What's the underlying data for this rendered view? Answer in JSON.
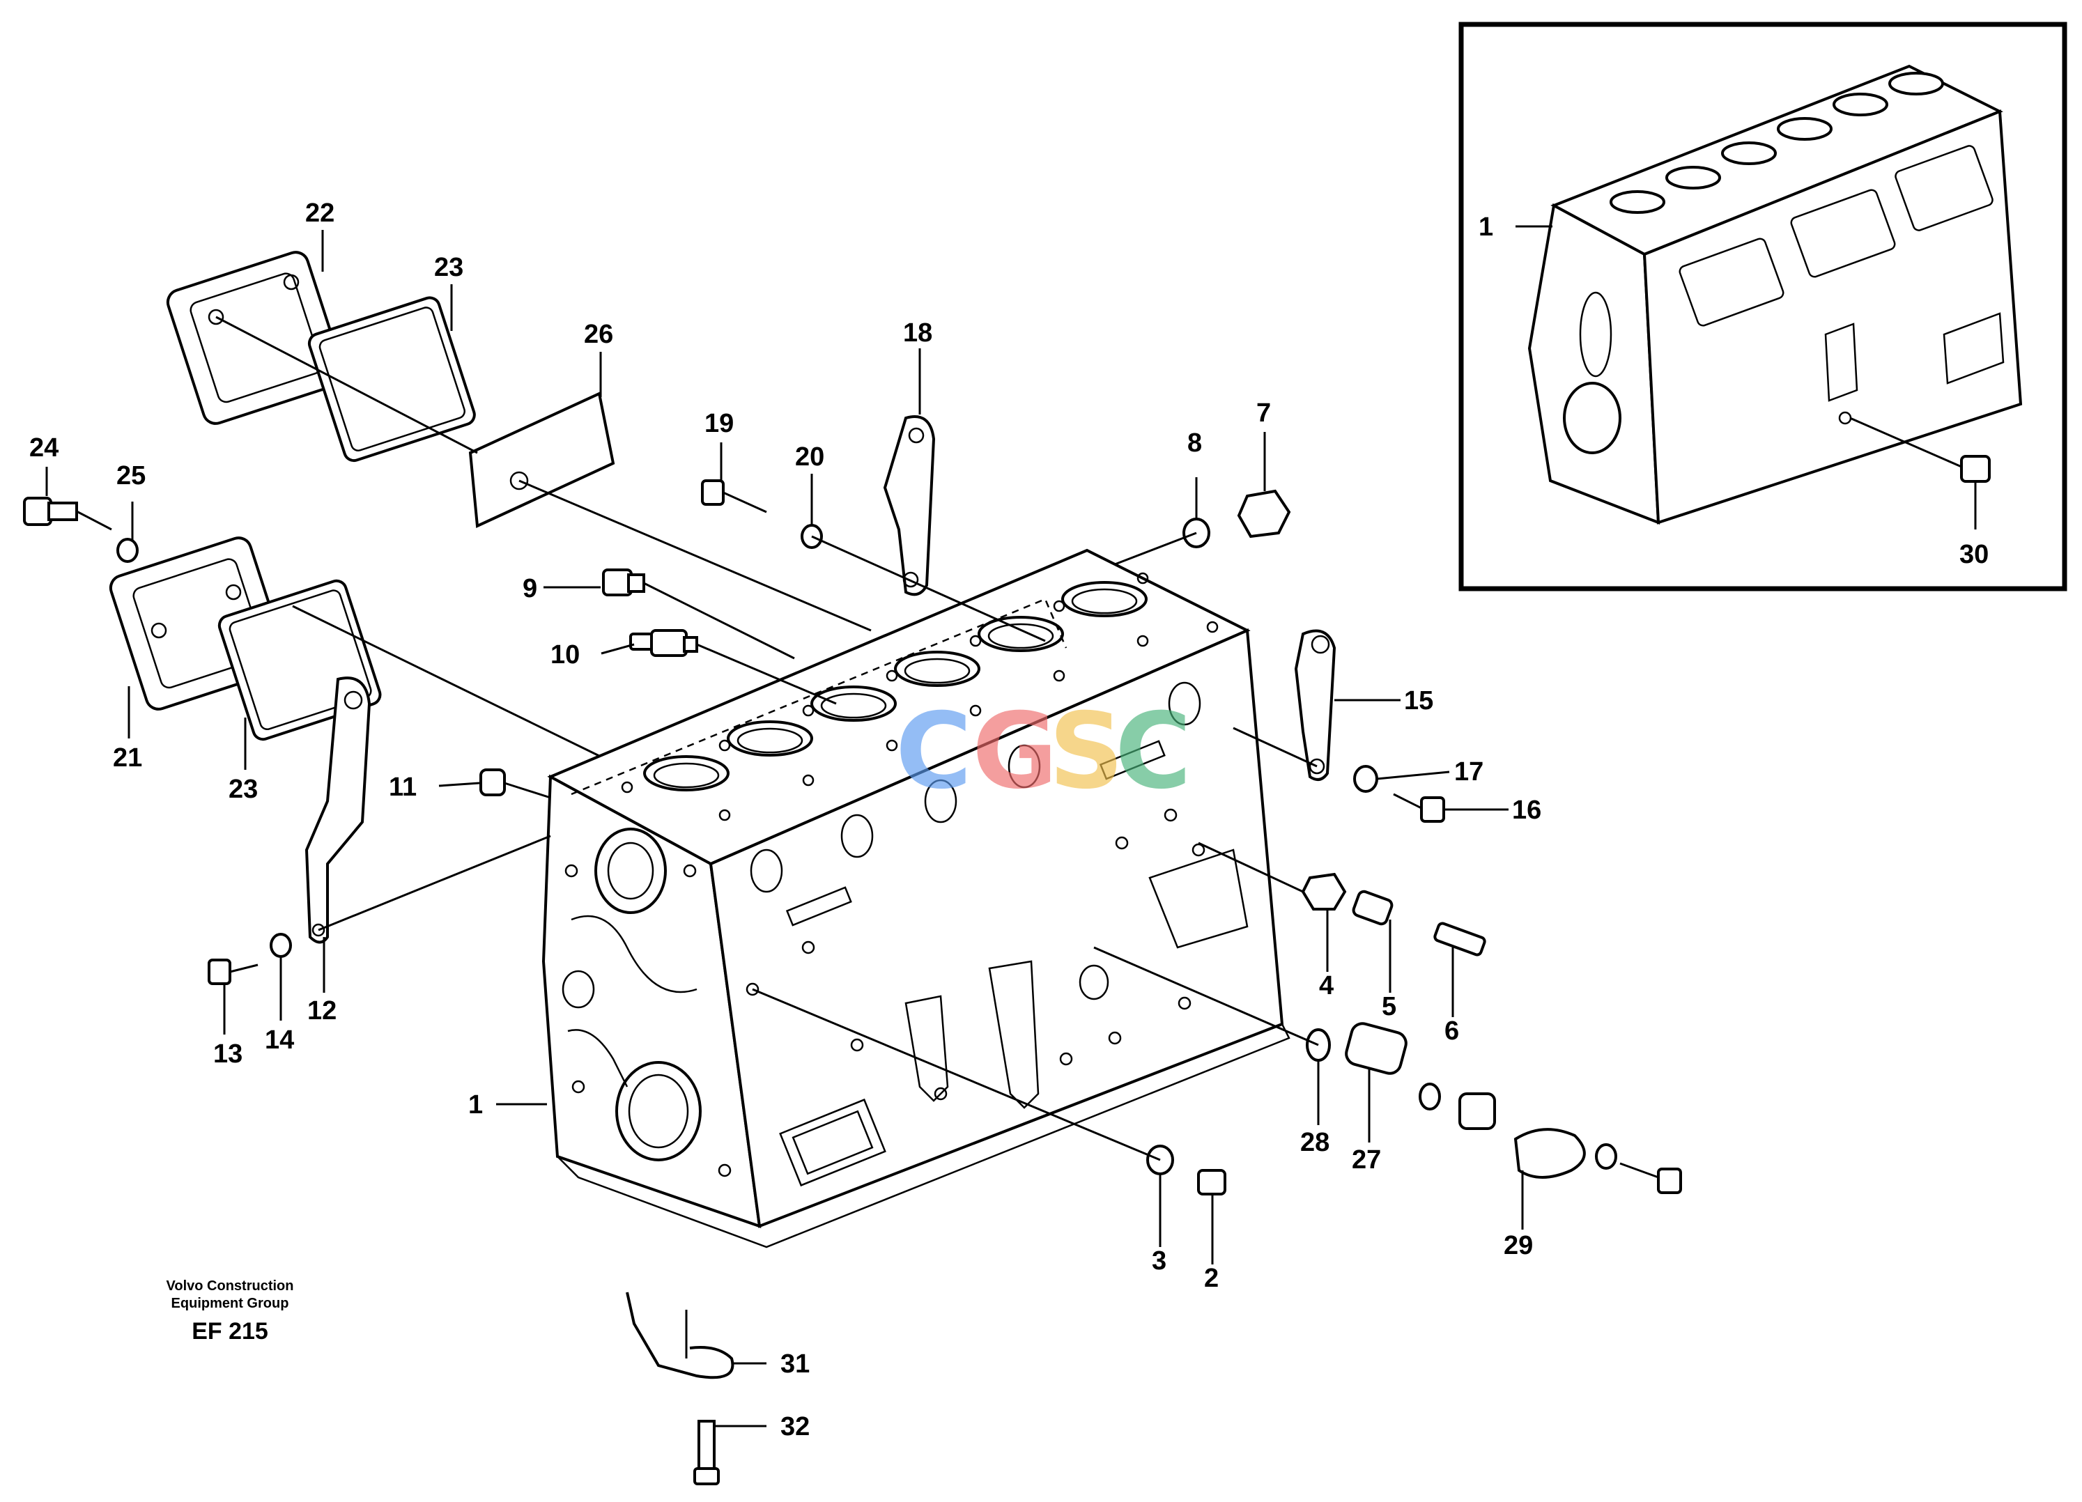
{
  "caption": {
    "company_line1": "Volvo Construction",
    "company_line2": "Equipment Group",
    "figure_code": "EF 215"
  },
  "watermark": {
    "letters": [
      "C",
      "G",
      "S",
      "C"
    ],
    "colors": [
      "#5b9bf0",
      "#ef6b6b",
      "#f2c14e",
      "#48b37a"
    ]
  },
  "callouts": {
    "c1": "1",
    "c2": "2",
    "c3": "3",
    "c4": "4",
    "c5": "5",
    "c6": "6",
    "c7": "7",
    "c8": "8",
    "c9": "9",
    "c10": "10",
    "c11": "11",
    "c12": "12",
    "c13": "13",
    "c14": "14",
    "c15": "15",
    "c16": "16",
    "c17": "17",
    "c18": "18",
    "c19": "19",
    "c20": "20",
    "c21": "21",
    "c22": "22",
    "c23a": "23",
    "c23b": "23",
    "c24": "24",
    "c25": "25",
    "c26": "26",
    "c27": "27",
    "c28": "28",
    "c29": "29",
    "c30": "30",
    "c31": "31",
    "c32": "32",
    "inset1": "1"
  }
}
